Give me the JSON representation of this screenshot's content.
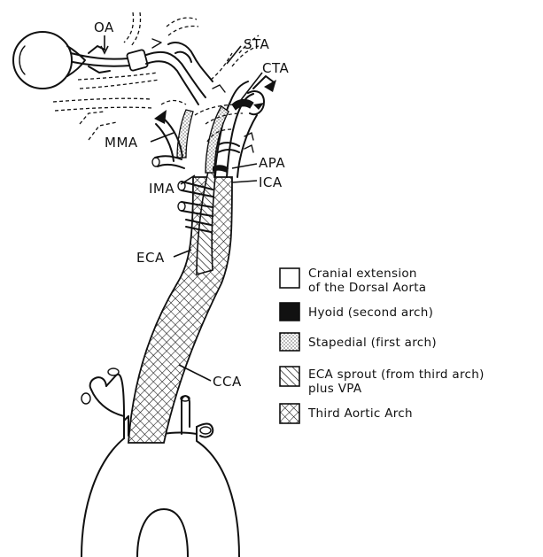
{
  "labels": {
    "oa": "OA",
    "sta": "STA",
    "cta": "CTA",
    "mma": "MMA",
    "apa": "APA",
    "ima": "IMA",
    "ica": "ICA",
    "eca": "ECA",
    "cca": "CCA"
  },
  "legend": [
    {
      "pattern": "white",
      "lines": [
        "Cranial extension",
        "of the Dorsal Aorta"
      ]
    },
    {
      "pattern": "black",
      "lines": [
        "Hyoid (second arch)"
      ]
    },
    {
      "pattern": "dots",
      "lines": [
        "Stapedial (first arch)"
      ]
    },
    {
      "pattern": "hatch",
      "lines": [
        "ECA sprout (from third arch)",
        "plus VPA"
      ]
    },
    {
      "pattern": "crosshatch",
      "lines": [
        "Third Aortic Arch"
      ]
    }
  ],
  "colors": {
    "ink": "#111111",
    "paper": "#ffffff"
  }
}
